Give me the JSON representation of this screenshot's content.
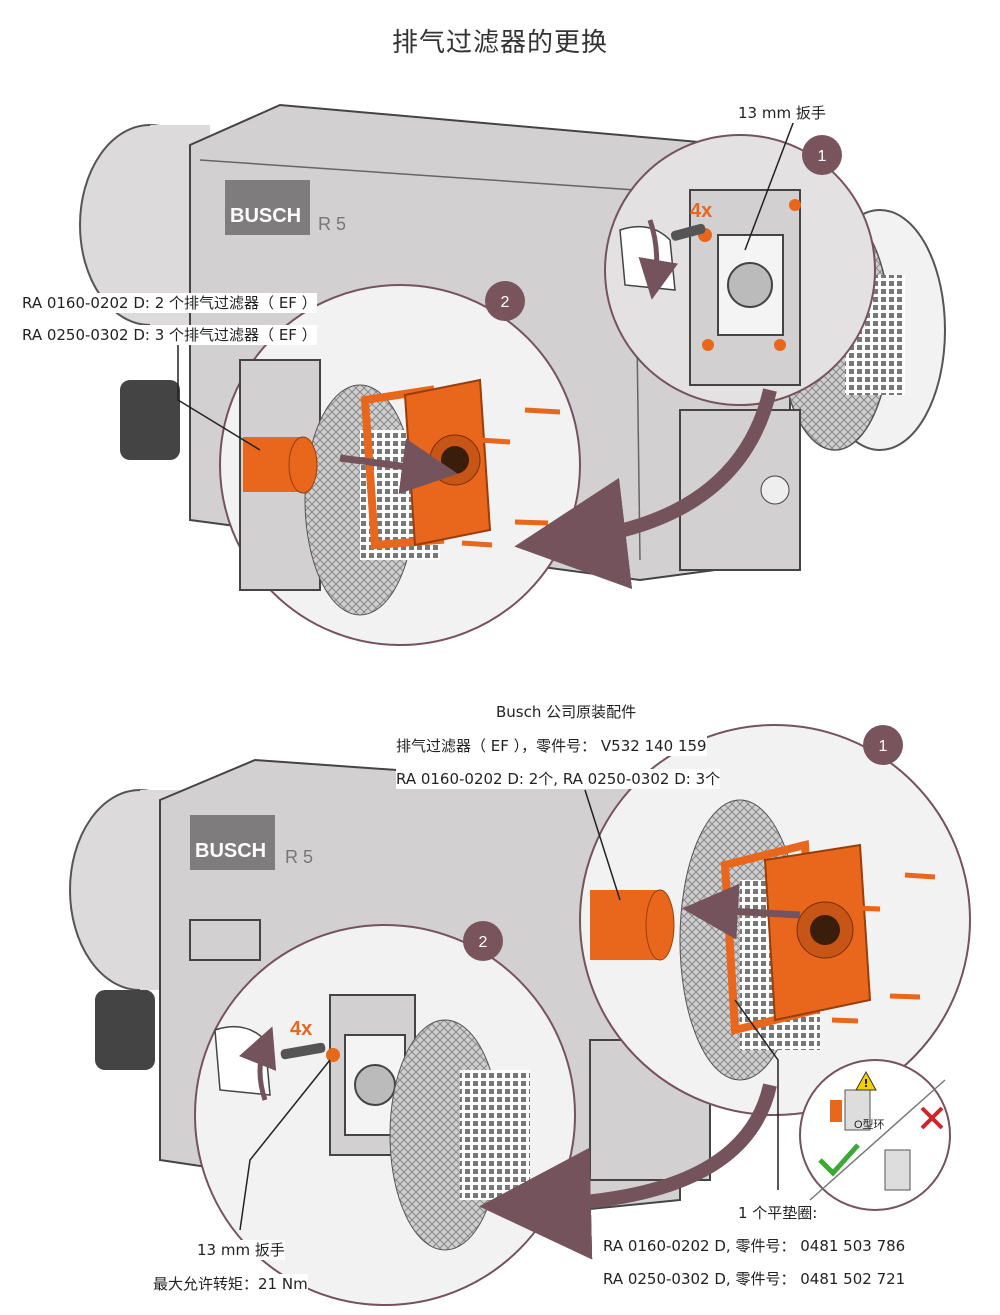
{
  "title": "排气过滤器的更换",
  "top_panel": {
    "wrench_label": "13 mm 扳手",
    "count_label": "4x",
    "step1": "1",
    "step2": "2",
    "filter_note_line1": "RA 0160-0202 D: 2 个排气过滤器（ EF ）",
    "filter_note_line2": "RA 0250-0302 D: 3 个排气过滤器（ EF ）",
    "brand_logo": "BUSCH",
    "model": "R 5"
  },
  "bottom_panel": {
    "parts_line1": "Busch 公司原装配件",
    "parts_line2": "排气过滤器（ EF ），零件号： V532 140 159",
    "parts_line3": "RA 0160-0202 D: 2个, RA 0250-0302 D: 3个",
    "step1": "1",
    "step2": "2",
    "count_label": "4x",
    "wrench_label": "13 mm 扳手",
    "torque_label": "最大允许转矩：21 Nm",
    "gasket_line1": "1 个平垫圈:",
    "gasket_line2": "RA 0160-0202 D, 零件号： 0481 503 786",
    "gasket_line3": "RA 0250-0302 D, 零件号： 0481 502 721",
    "oring_label": "O型环",
    "brand_logo": "BUSCH",
    "model": "R 5"
  },
  "colors": {
    "accent_orange": "#e8671c",
    "step_circle": "#7a545d",
    "body_gray": "#d3d0d2",
    "check_green": "#3aaa35",
    "cross_red": "#d2232a",
    "warning_yellow": "#f5d000"
  },
  "icons": [
    "wrench-icon",
    "check-icon",
    "cross-icon",
    "warning-icon",
    "rotate-arrow-icon"
  ]
}
